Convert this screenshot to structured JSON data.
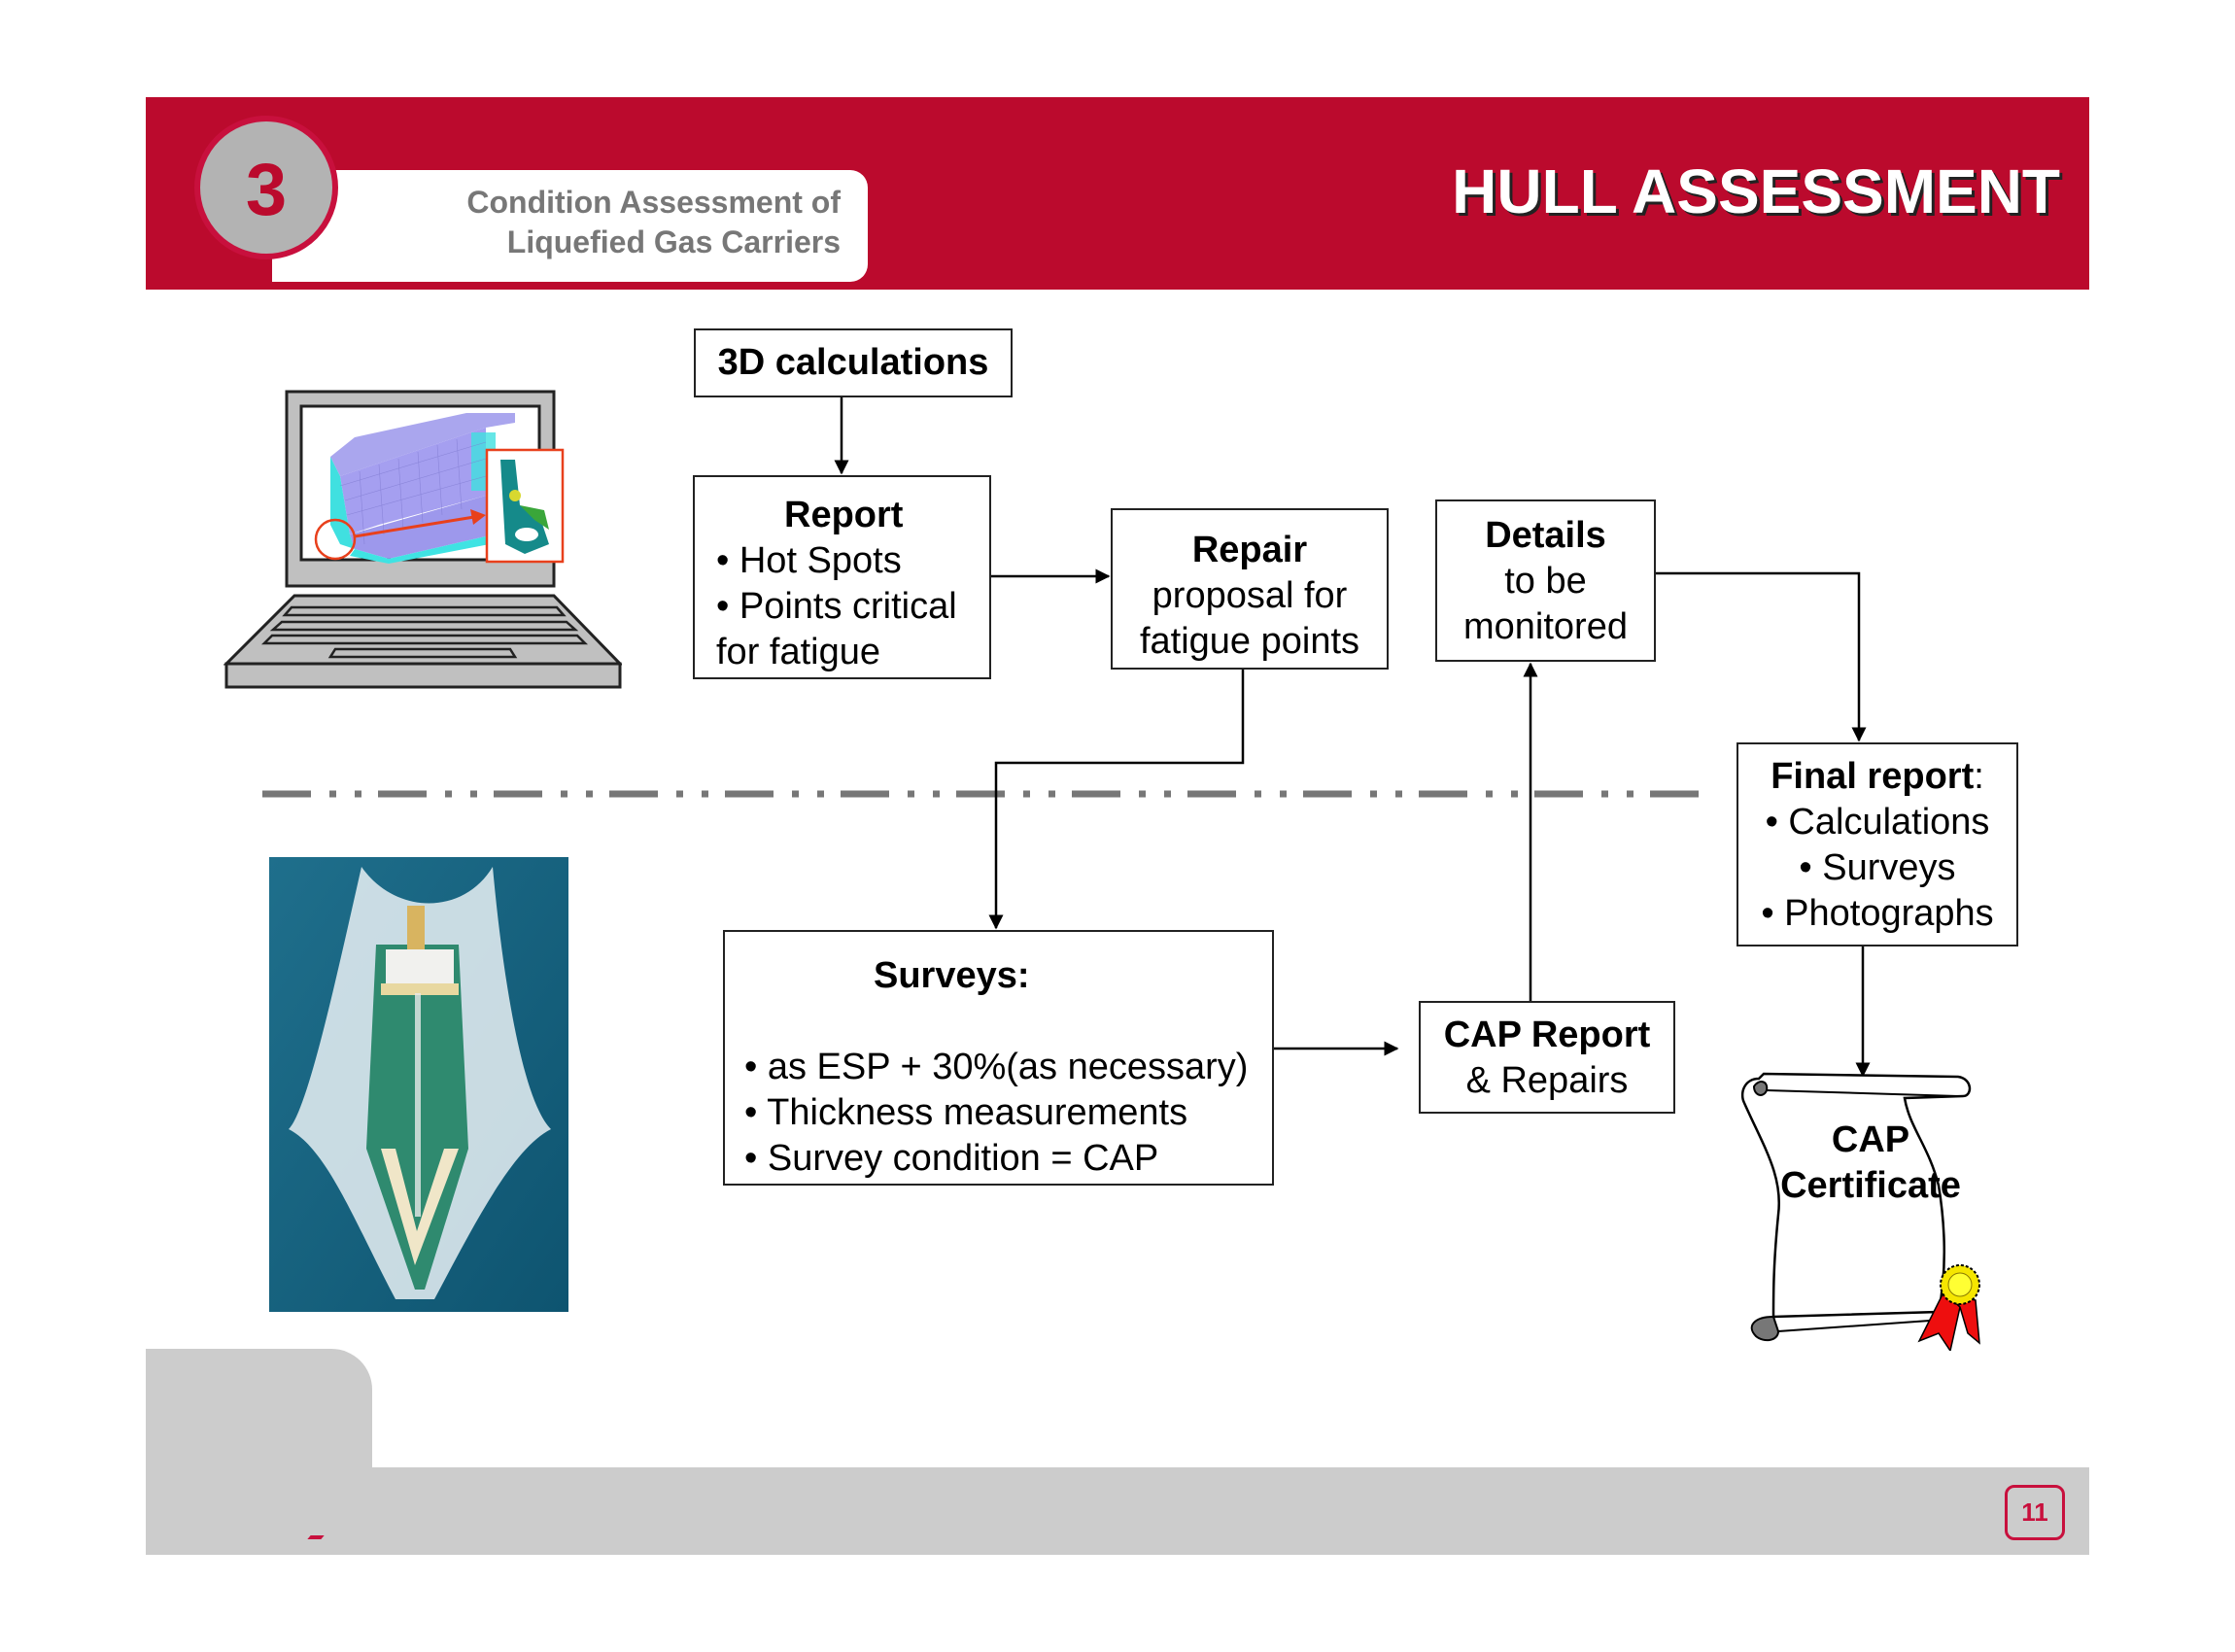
{
  "header": {
    "section_number": "3",
    "subtitle_line1": "Condition Assessment of",
    "subtitle_line2": "Liquefied Gas Carriers",
    "title": "HULL ASSESSMENT",
    "accent_color": "#bb0a2d"
  },
  "diagram": {
    "calculations_box": {
      "title": "3D calculations"
    },
    "report_box": {
      "title": "Report",
      "items": [
        "• Hot Spots",
        "• Points critical",
        "for fatigue"
      ]
    },
    "repair_box": {
      "title": "Repair",
      "lines": [
        "proposal for",
        "fatigue points"
      ]
    },
    "details_box": {
      "title": "Details",
      "lines": [
        "to be",
        "monitored"
      ]
    },
    "final_report_box": {
      "title": "Final report",
      "title_suffix": ":",
      "items": [
        "• Calculations",
        "• Surveys",
        "• Photographs"
      ]
    },
    "surveys_box": {
      "title": "Surveys:",
      "items": [
        "• as ESP + 30%(as necessary)",
        "• Thickness measurements",
        "• Survey condition = CAP"
      ]
    },
    "cap_report_box": {
      "title": "CAP Report",
      "line": "& Repairs"
    },
    "certificate": {
      "line1": "CAP",
      "line2": "Certificate"
    },
    "images": {
      "laptop": "laptop-fem-model-image",
      "ship": "gas-carrier-ship-photo"
    }
  },
  "footer": {
    "page_number": "11"
  }
}
